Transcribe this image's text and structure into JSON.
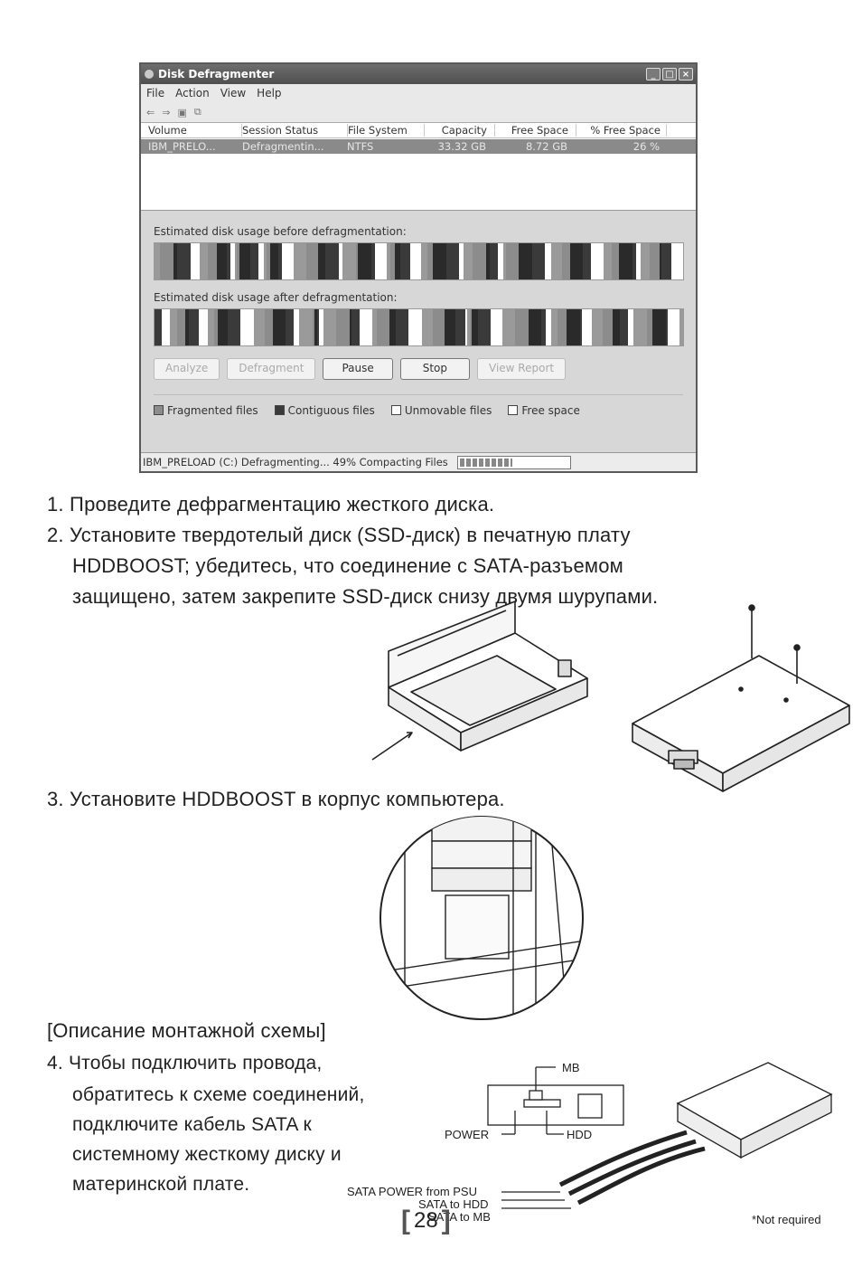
{
  "defrag": {
    "title": "Disk Defragmenter",
    "window_buttons": [
      "_",
      "□",
      "×"
    ],
    "menu": [
      "File",
      "Action",
      "View",
      "Help"
    ],
    "toolbar_icons": [
      "back-arrow-icon",
      "forward-arrow-icon",
      "properties-icon",
      "help-icon"
    ],
    "columns": [
      "Volume",
      "Session Status",
      "File System",
      "Capacity",
      "Free Space",
      "% Free Space"
    ],
    "row": [
      "IBM_PRELO...",
      "Defragmentin...",
      "NTFS",
      "33.32 GB",
      "8.72 GB",
      "26 %"
    ],
    "before_label": "Estimated disk usage before defragmentation:",
    "after_label": "Estimated disk usage after defragmentation:",
    "buttons": [
      {
        "label": "Analyze",
        "enabled": false
      },
      {
        "label": "Defragment",
        "enabled": false
      },
      {
        "label": "Pause",
        "enabled": true
      },
      {
        "label": "Stop",
        "enabled": true
      },
      {
        "label": "View Report",
        "enabled": false
      }
    ],
    "legend": [
      {
        "label": "Fragmented files",
        "color": "#8c8c8c"
      },
      {
        "label": "Contiguous files",
        "color": "#3a3a3a"
      },
      {
        "label": "Unmovable files",
        "color": "#ffffff"
      },
      {
        "label": "Free space",
        "color": "#ffffff"
      }
    ],
    "status": "IBM_PRELOAD (C:) Defragmenting... 49%  Compacting Files",
    "progress": 0.49
  },
  "steps": {
    "s1": "1. Проведите дефрагментацию жесткого диска.",
    "s2_l1": "2. Установите твердотелый диск (SSD-диск) в печатную плату",
    "s2_l2": "HDDBOOST; убедитесь, что соединение с SATA-разъемом",
    "s2_l3": "защищено, затем закрепите SSD-диск снизу двумя шурупами.",
    "s3": "3. Установите HDDBOOST в корпус компьютера.",
    "section": "[Описание монтажной схемы]",
    "s4_l1": "4. Чтобы подключить провода,",
    "s4_l2": "обратитесь к схеме соединений,",
    "s4_l3": "подключите кабель SATA к",
    "s4_l4": "системному жесткому диску и",
    "s4_l5": "материнской плате."
  },
  "diagram": {
    "mb": "MB",
    "power": "POWER",
    "hdd": "HDD",
    "cable1": "SATA POWER from PSU",
    "cable2": "SATA to HDD",
    "cable3": "SATA to MB",
    "note": "*Not required"
  },
  "page_number": "28"
}
